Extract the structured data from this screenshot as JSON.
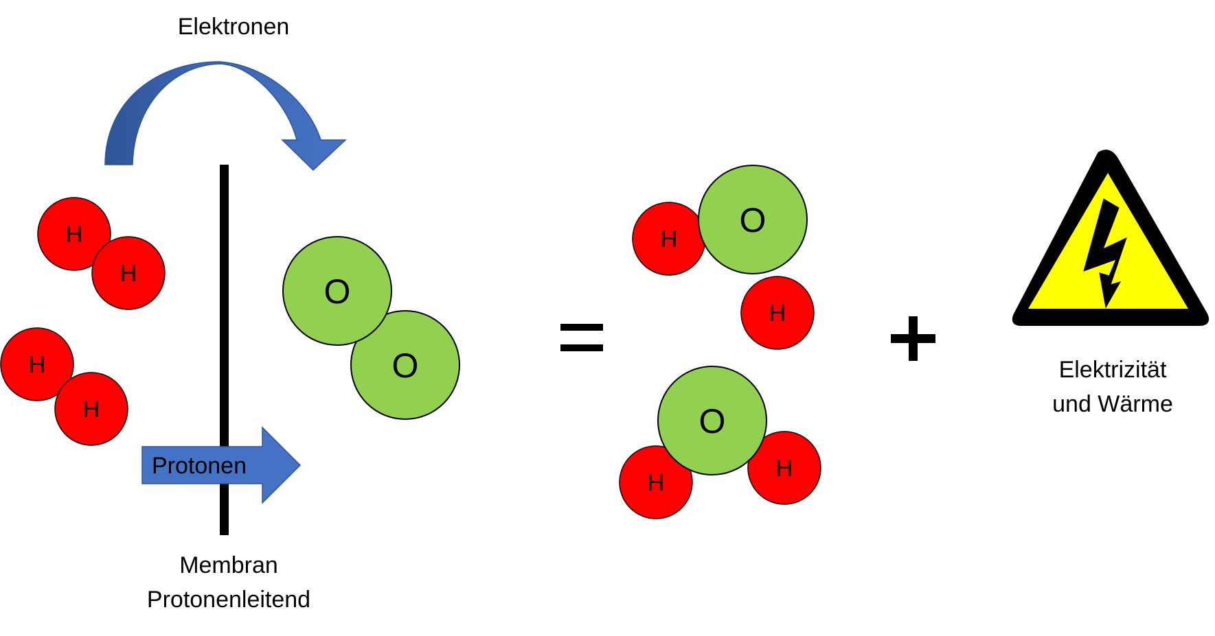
{
  "labels": {
    "electrons": "Elektronen",
    "protons": "Protonen",
    "membrane_line1": "Membran",
    "membrane_line2": "Protonenleitend",
    "output_line1": "Elektrizität",
    "output_line2": "und Wärme"
  },
  "symbols": {
    "equals": "=",
    "plus": "+"
  },
  "atoms": {
    "hydrogen": "H",
    "oxygen": "O"
  },
  "colors": {
    "hydrogen": "#ff0000",
    "oxygen": "#92d050",
    "arrow": "#4472c4",
    "arrow_dark": "#2f5597",
    "warning_yellow": "#ffff00",
    "membrane": "#000000"
  },
  "icons": {
    "hazard": "high-voltage-warning-icon"
  }
}
